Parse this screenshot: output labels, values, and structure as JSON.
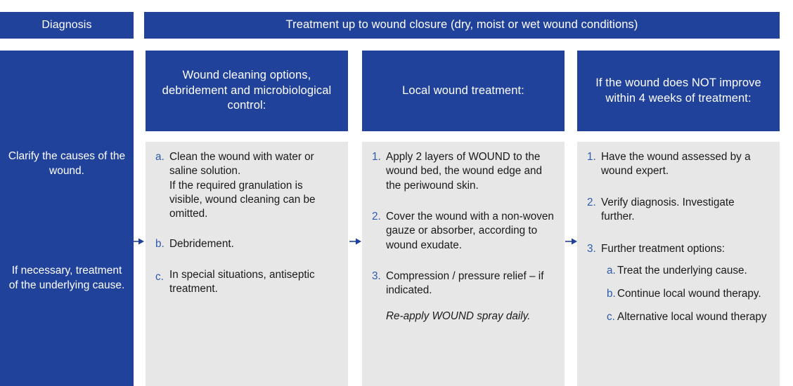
{
  "headers": {
    "diagnosis": "Diagnosis",
    "treatment": "Treatment up to wound closure (dry, moist or wet wound conditions)",
    "column1": "Wound cleaning options, debridement and microbiological control:",
    "column2": "Local wound treatment:",
    "column3": "If the wound does NOT improve within 4 weeks of treatment:"
  },
  "sidebar": {
    "text1": "Clarify the causes of the wound.",
    "text2": "If necessary, treatment of the underlying cause."
  },
  "column1": {
    "items": [
      {
        "marker": "a.",
        "text": "Clean the wound with water or saline solution.\nIf the required granulation is visible, wound cleaning can be omitted."
      },
      {
        "marker": "b.",
        "text": "Debridement."
      },
      {
        "marker": "c.",
        "text": "In special situations, antiseptic treatment."
      }
    ]
  },
  "column2": {
    "items": [
      {
        "marker": "1.",
        "text": "Apply 2 layers of WOUND to the wound bed, the wound edge and the periwound skin."
      },
      {
        "marker": "2.",
        "text": "Cover the wound with a non-woven gauze or absorber, according to wound exudate."
      },
      {
        "marker": "3.",
        "text": "Compression / pressure relief – if indicated."
      }
    ],
    "note": "Re-apply WOUND spray daily."
  },
  "column3": {
    "items": [
      {
        "marker": "1.",
        "text": "Have the wound assessed by a wound expert."
      },
      {
        "marker": "2.",
        "text": "Verify diagnosis. Investigate further."
      },
      {
        "marker": "3.",
        "text": "Further treatment options:"
      }
    ],
    "subitems": [
      {
        "marker": "a.",
        "text": "Treat the underlying cause."
      },
      {
        "marker": "b.",
        "text": "Continue local wound therapy."
      },
      {
        "marker": "c.",
        "text": "Alternative local wound therapy"
      }
    ]
  },
  "arrows": {
    "arrow1": "arrow-right-icon",
    "arrow2": "arrow-right-icon",
    "arrow3": "arrow-right-icon"
  },
  "colors": {
    "brand_blue": "#20429B",
    "panel_grey": "#E7E7E7",
    "marker_blue": "#2E5AAD",
    "text_dark": "#1A1A1A",
    "white": "#FFFFFF"
  }
}
